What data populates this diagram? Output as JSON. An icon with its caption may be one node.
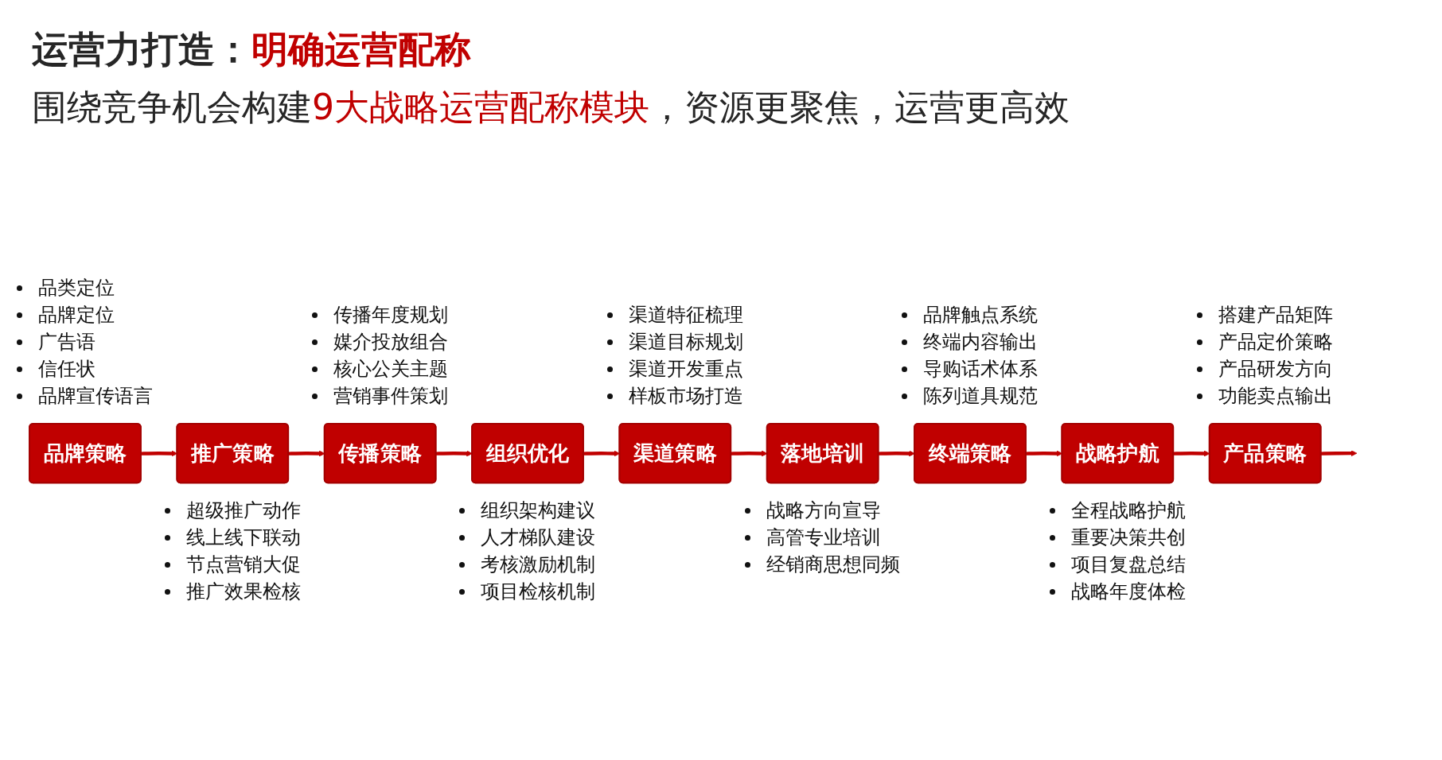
{
  "diagram": {
    "title": "运营力打造：**明确运营配称**",
    "nodes": [
      {
        "text": [
          "品牌策略"
        ],
        "beside": [
          "品类定位",
          "品牌定位",
          "广告语",
          "信任状",
          "品牌宣传语言"
        ]
      },
      {
        "text": [
          "推广策略"
        ],
        "beside": [
          "超级推广动作",
          "线上线下联动",
          "节点营销大促",
          "推广效果检核"
        ]
      },
      {
        "text": [
          "传播策略"
        ],
        "beside": [
          "传播年度规划",
          "媒介投放组合",
          "核心公关主题",
          "营销事件策划"
        ]
      },
      {
        "text": [
          "组织优化"
        ],
        "beside": [
          "组织架构建议",
          "人才梯队建设",
          "考核激励机制",
          "项目检核机制"
        ]
      },
      {
        "text": [
          "渠道策略"
        ],
        "beside": [
          "渠道特征梳理",
          "渠道目标规划",
          "渠道开发重点",
          "样板市场打造"
        ]
      },
      {
        "text": [
          "落地培训"
        ],
        "beside": [
          "战略方向宣导",
          "高管专业培训",
          "经销商思想同频"
        ]
      },
      {
        "text": [
          "终端策略"
        ],
        "beside": [
          "品牌触点系统",
          "终端内容输出",
          "导购话术体系",
          "陈列道具规范"
        ]
      },
      {
        "text": [
          "战略护航"
        ],
        "beside": [
          "全程战略护航",
          "重要决策共创",
          "项目复盘总结",
          "战略年度体检"
        ]
      },
      {
        "text": [
          "产品策略"
        ],
        "beside": [
          "搭建产品矩阵",
          "产品定价策略",
          "产品研发方向",
          "功能卖点输出"
        ]
      }
    ],
    "edges": [
      {
        "from": 0,
        "to": 1,
        "arrow": "to"
      },
      {
        "from": 1,
        "to": 2,
        "arrow": "to"
      },
      {
        "from": 2,
        "to": 3,
        "arrow": "to"
      },
      {
        "from": 3,
        "to": 4,
        "arrow": "to"
      },
      {
        "from": 4,
        "to": 5,
        "arrow": "to"
      },
      {
        "from": 5,
        "to": 6,
        "arrow": "to"
      },
      {
        "from": 6,
        "to": 7,
        "arrow": "to"
      },
      {
        "from": 7,
        "to": 8,
        "arrow": "to"
      },
      {
        "from": 8,
        "to": null,
        "arrow": "to"
      }
    ],
    "labels": [
      "围绕竞争机会构建**9大战略运营配称模块**，资源更聚焦，运营更高效"
    ]
  }
}
